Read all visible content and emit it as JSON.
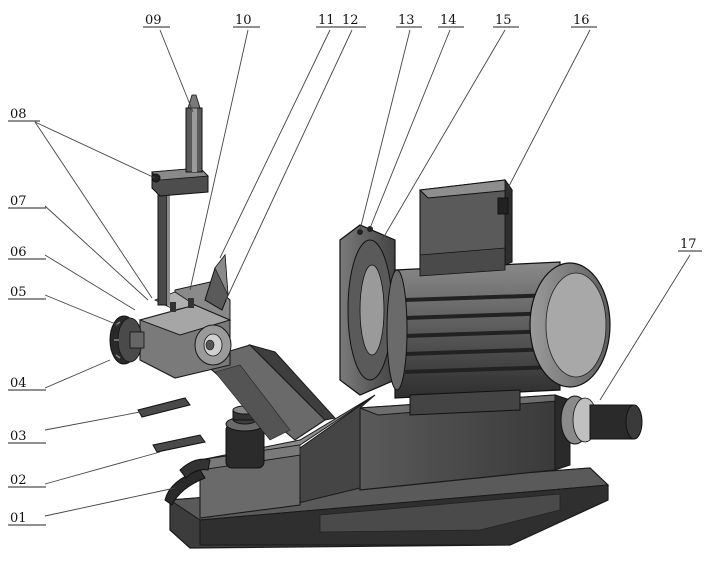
{
  "diagram": {
    "callouts": [
      {
        "id": "c01",
        "label": "01"
      },
      {
        "id": "c02",
        "label": "02"
      },
      {
        "id": "c03",
        "label": "03"
      },
      {
        "id": "c04",
        "label": "04"
      },
      {
        "id": "c05",
        "label": "05"
      },
      {
        "id": "c06",
        "label": "06"
      },
      {
        "id": "c07",
        "label": "07"
      },
      {
        "id": "c08",
        "label": "08"
      },
      {
        "id": "c09",
        "label": "09"
      },
      {
        "id": "c10",
        "label": "10"
      },
      {
        "id": "c11",
        "label": "11"
      },
      {
        "id": "c12",
        "label": "12"
      },
      {
        "id": "c13",
        "label": "13"
      },
      {
        "id": "c14",
        "label": "14"
      },
      {
        "id": "c15",
        "label": "15"
      },
      {
        "id": "c16",
        "label": "16"
      },
      {
        "id": "c17",
        "label": "17"
      }
    ],
    "colors": {
      "body": "#3a3a3a",
      "body_light": "#6a6a6a",
      "body_mid": "#4d4d4d",
      "highlight": "#bfbfbf",
      "outline": "#1a1a1a"
    }
  }
}
